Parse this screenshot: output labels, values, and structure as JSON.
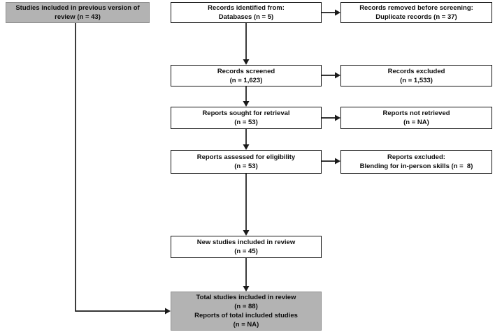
{
  "figure": {
    "kind": "prisma-flow-diagram",
    "colors": {
      "box_fill_white": "#ffffff",
      "box_fill_gray": "#b3b3b3",
      "box_border": "#121212",
      "arrow": "#1a1a1a",
      "text": "#0d0d0d"
    },
    "boxes": {
      "previous_version": {
        "text": "Studies included in previous version of\nreview (n = 43)"
      },
      "records_identified": {
        "text": "Records identified from:\nDatabases (n = 5)"
      },
      "records_removed": {
        "text": "Records removed before screening:\nDuplicate records (n = 37)"
      },
      "records_screened": {
        "text": "Records screened\n(n = 1,623)"
      },
      "records_excluded": {
        "text": "Records excluded\n(n = 1,533)"
      },
      "reports_sought": {
        "text": "Reports sought for retrieval\n(n = 53)"
      },
      "reports_not_retrieved": {
        "text": "Reports not retrieved\n(n = NA)"
      },
      "reports_assessed": {
        "text": "Reports assessed for eligibility\n(n = 53)"
      },
      "reports_excluded": {
        "text": "Reports excluded:\nBlending for in-person skills (n =  8)"
      },
      "new_studies": {
        "text": "New studies included in review\n(n = 45)"
      },
      "total_studies": {
        "text": "Total studies included in review\n(n = 88)\nReports of total included studies\n(n = NA)"
      }
    }
  }
}
